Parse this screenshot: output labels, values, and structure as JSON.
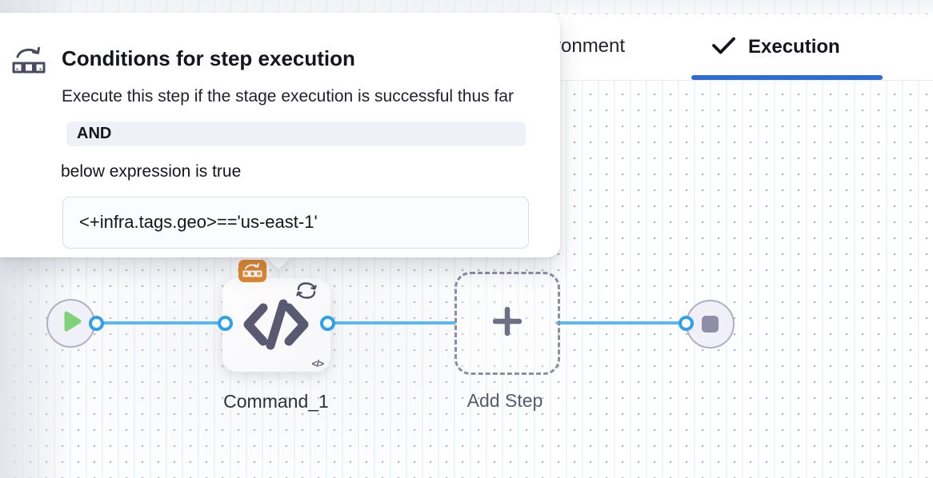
{
  "tabs": {
    "environment_partial_label": "ronment",
    "execution": {
      "label": "Execution",
      "icon": "check-icon",
      "selected": true
    }
  },
  "popover": {
    "icon": "conditional-execution-icon",
    "title": "Conditions for step execution",
    "description": "Execute this step if the stage execution is successful thus far",
    "operator": "AND",
    "expression_intro": "below expression is true",
    "expression": "<+infra.tags.geo>=='us-east-1'"
  },
  "pipeline": {
    "start_node": {
      "icon": "play-icon"
    },
    "end_node": {
      "icon": "stop-icon"
    },
    "steps": [
      {
        "label": "Command_1",
        "type": "command",
        "icons": [
          "code-icon",
          "loop-icon",
          "code-small-icon"
        ],
        "badge": "conditional-execution-badge",
        "code_small_glyph": "</>"
      }
    ],
    "add_step_label": "Add Step"
  },
  "colors": {
    "tab_underline_blue": "#2e6bd3",
    "edge_blue": "#5cb8f0",
    "port_ring_blue": "#2f9ff0",
    "play_green": "#7ed37a",
    "badge_orange": "#e0872e",
    "node_slate": "#595a72",
    "node_circle_fill": "#f1f0f8",
    "pill_bg": "#f0f0f8"
  }
}
